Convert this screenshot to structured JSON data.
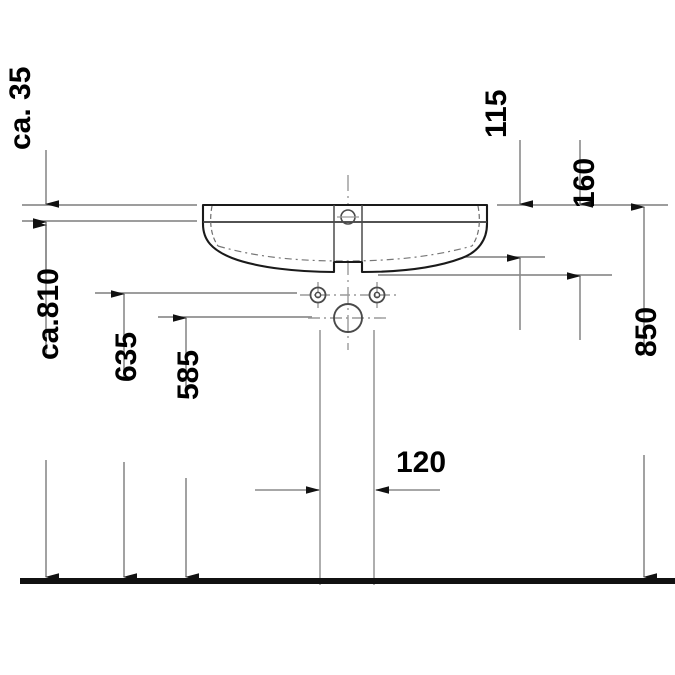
{
  "drawing": {
    "title": "Washbasin technical elevation drawing",
    "units": "mm",
    "line_color": "#7d7d7d",
    "outline_color": "#1a1a1a",
    "text_color": "#000000",
    "background": "#ffffff"
  },
  "dimensions": {
    "top_left": {
      "label": "ca. 35",
      "value": 35,
      "orientation": "vertical",
      "note": "approximate rim thickness"
    },
    "left_outer": {
      "label": "ca.810",
      "value": 810,
      "orientation": "vertical",
      "note": "approximate height to basin underside"
    },
    "left_mid": {
      "label": "635",
      "value": 635,
      "orientation": "vertical"
    },
    "left_inner": {
      "label": "585",
      "value": 585,
      "orientation": "vertical"
    },
    "center_bottom": {
      "label": "120",
      "value": 120,
      "orientation": "horizontal"
    },
    "right_inner": {
      "label": "115",
      "value": 115,
      "orientation": "vertical"
    },
    "right_mid": {
      "label": "160",
      "value": 160,
      "orientation": "vertical"
    },
    "right_outer": {
      "label": "850",
      "value": 850,
      "orientation": "vertical"
    }
  },
  "features": {
    "basin": "washbasin-profile",
    "overflow_hole": "overflow-hole",
    "tap_hole_left": "tap-hole-left",
    "tap_hole_right": "tap-hole-right",
    "drain_outlet": "drain-outlet",
    "floor_line": "floor-reference-line",
    "center_axis": "vertical-center-axis"
  }
}
